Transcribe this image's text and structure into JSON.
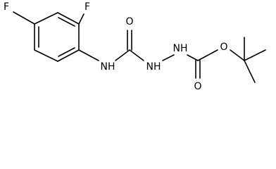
{
  "molecule": {
    "atoms": {
      "f_top": "F",
      "f_left": "F",
      "n_amide": "NH",
      "o_urea": "O",
      "n_hydrazine_1": "NH",
      "n_hydrazine_2": "NH",
      "o_carbamate_c": "O",
      "o_ester": "O"
    }
  }
}
